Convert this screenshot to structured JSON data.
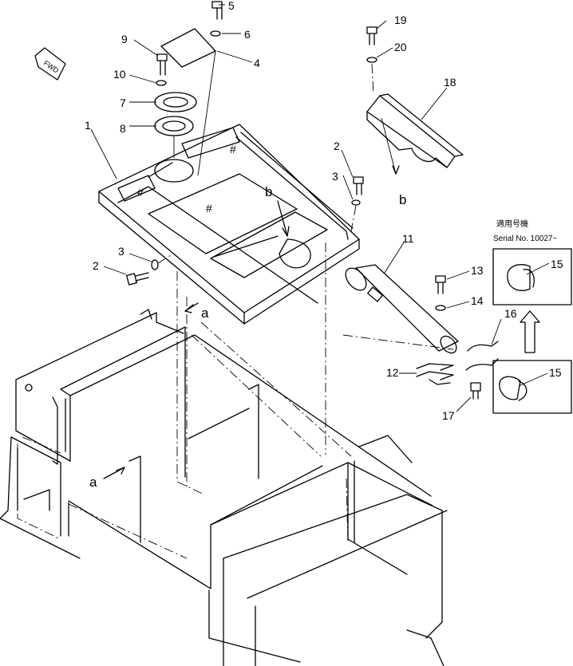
{
  "diagram": {
    "fwd_label": "FWD",
    "serial_note_jp": "適用号機",
    "serial_note": "Serial No. 10027~",
    "callouts": [
      "1",
      "2",
      "2",
      "3",
      "3",
      "4",
      "5",
      "6",
      "7",
      "8",
      "9",
      "10",
      "11",
      "12",
      "13",
      "14",
      "15",
      "15",
      "16",
      "17",
      "18",
      "19",
      "20"
    ],
    "refs": {
      "a": "a",
      "b": "b"
    }
  }
}
